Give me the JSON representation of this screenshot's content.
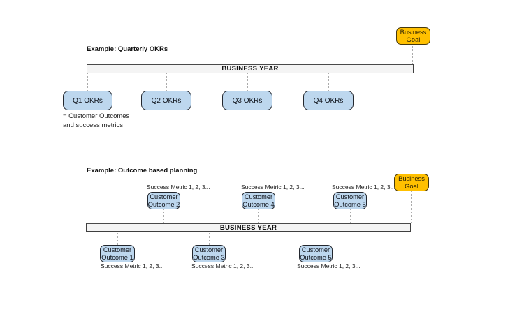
{
  "colors": {
    "node_blue": "#BDD7EE",
    "node_yellow": "#FFC000",
    "bar_fill": "#F4F4F4",
    "border_dark": "#23272E",
    "connector_gray": "#ABABAB"
  },
  "top": {
    "title": "Example: Quarterly OKRs",
    "goal": {
      "line1": "Business",
      "line2": "Goal"
    },
    "bar_label": "BUSINESS YEAR",
    "quarters": [
      {
        "label": "Q1 OKRs"
      },
      {
        "label": "Q2 OKRs"
      },
      {
        "label": "Q3 OKRs"
      },
      {
        "label": "Q4 OKRs"
      }
    ],
    "caption": [
      "= Customer Outcomes",
      "and success metrics"
    ]
  },
  "bottom": {
    "title": "Example: Outcome based planning",
    "bar_label": "BUSINESS YEAR",
    "goal": {
      "line1": "Business",
      "line2": "Goal"
    },
    "above": [
      {
        "line1": "Customer",
        "line2": "Outcome 2",
        "metric": "Success Metric 1, 2, 3..."
      },
      {
        "line1": "Customer",
        "line2": "Outcome 4",
        "metric": "Success Metric 1, 2, 3..."
      },
      {
        "line1": "Customer",
        "line2": "Outcome 5",
        "metric": "Success Metric 1, 2, 3..."
      }
    ],
    "below": [
      {
        "line1": "Customer",
        "line2": "Outcome 1",
        "metric": "Success Metric 1, 2, 3..."
      },
      {
        "line1": "Customer",
        "line2": "Outcome 3",
        "metric": "Success Metric 1, 2, 3..."
      },
      {
        "line1": "Customer",
        "line2": "Outcome 5",
        "metric": "Success Metric 1, 2, 3..."
      }
    ]
  }
}
